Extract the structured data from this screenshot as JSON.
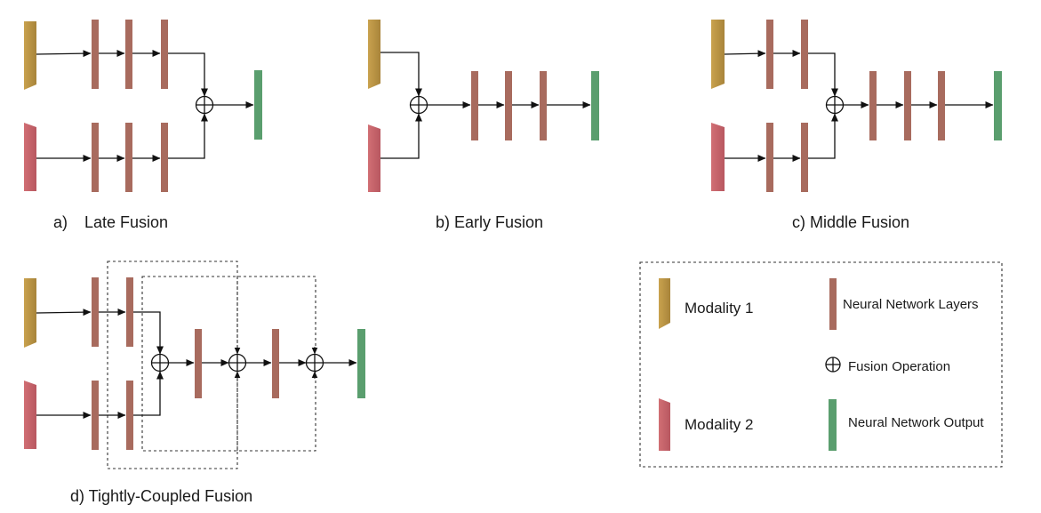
{
  "colors": {
    "modality1": "#b99645",
    "modality2": "#c7646b",
    "layer": "#a86b5e",
    "output": "#5a9e6e",
    "line": "#111111"
  },
  "captions": {
    "a_letter": "a)",
    "a_text": "Late Fusion",
    "b": "b) Early Fusion",
    "c": "c) Middle Fusion",
    "d": "d) Tightly-Coupled Fusion"
  },
  "legend": {
    "modality1": "Modality 1",
    "modality2": "Modality 2",
    "layers": "Neural Network Layers",
    "fusion": "Fusion Operation",
    "output": "Neural Network Output"
  }
}
